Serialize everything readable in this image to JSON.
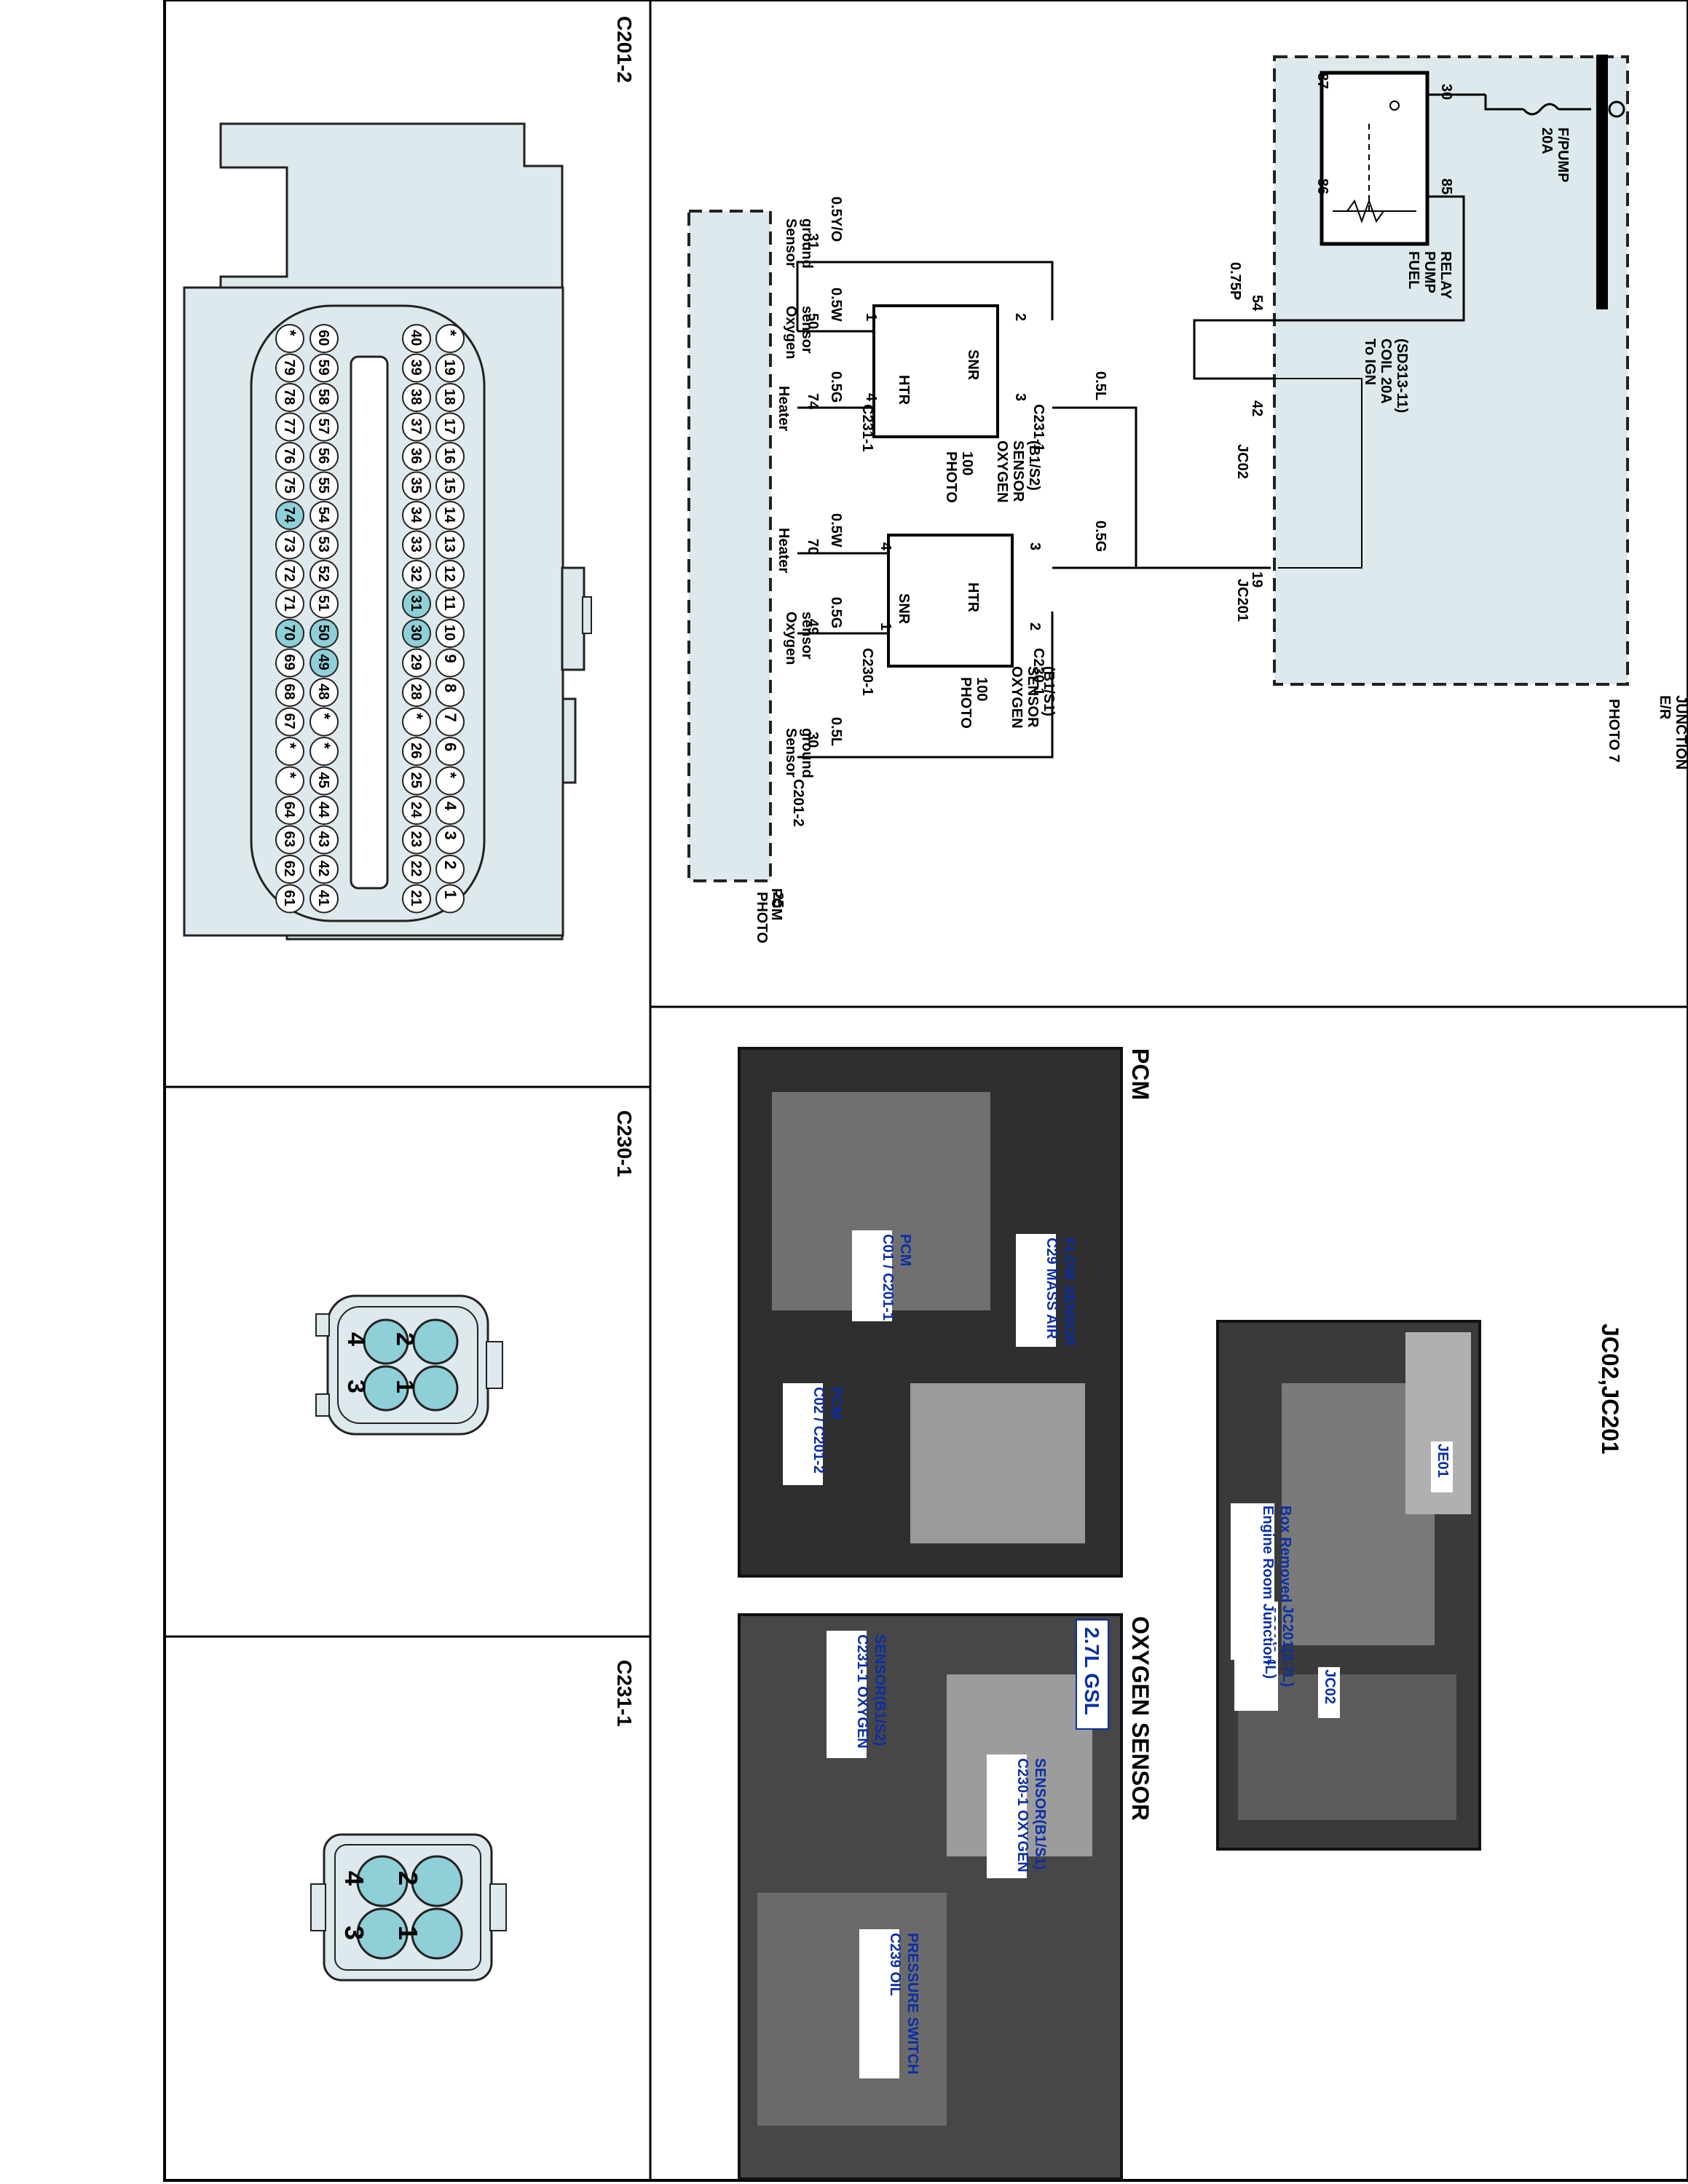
{
  "connectors": {
    "c201_2": {
      "label": "C201-2",
      "row1": [
        "*",
        "19",
        "18",
        "17",
        "16",
        "15",
        "14",
        "13",
        "12",
        "11",
        "10",
        "9",
        "8",
        "7",
        "6",
        "*",
        "4",
        "3",
        "2",
        "1"
      ],
      "row2": [
        "40",
        "39",
        "38",
        "37",
        "36",
        "35",
        "34",
        "33",
        "32",
        "31",
        "30",
        "29",
        "28",
        "*",
        "26",
        "25",
        "24",
        "23",
        "22",
        "21"
      ],
      "row3": [
        "60",
        "59",
        "58",
        "57",
        "56",
        "55",
        "54",
        "53",
        "52",
        "51",
        "50",
        "49",
        "48",
        "*",
        "*",
        "45",
        "44",
        "43",
        "42",
        "41"
      ],
      "row4": [
        "*",
        "79",
        "78",
        "77",
        "76",
        "75",
        "74",
        "73",
        "72",
        "71",
        "70",
        "69",
        "68",
        "67",
        "*",
        "*",
        "64",
        "63",
        "62",
        "61"
      ],
      "highlighted": [
        "30",
        "31",
        "49",
        "50",
        "70",
        "74"
      ]
    },
    "c230_1": {
      "label": "C230-1",
      "pins": [
        "2",
        "1",
        "4",
        "3"
      ]
    },
    "c231_1": {
      "label": "C231-1",
      "pins": [
        "2",
        "1",
        "4",
        "3"
      ]
    }
  },
  "schematic": {
    "er_box": {
      "name": "E/R\nJUNCTION\nBOX",
      "photo": "PHOTO 7"
    },
    "fuse": {
      "name": "F/PUMP",
      "rating": "20A"
    },
    "relay": {
      "name": "FUEL\nPUMP\nRELAY",
      "pins": [
        "30",
        "87",
        "86",
        "85"
      ]
    },
    "ign": "To IGN\nCOIL 20A\n(SD313-11)",
    "wires": {
      "w54": "0.75P",
      "w31": "0.5Y/O",
      "w50": "0.5W",
      "w74": "0.5G",
      "w70": "0.5W",
      "w49": "0.5G",
      "w30": "0.5L",
      "top_l": "0.5L",
      "top_g": "0.5G"
    },
    "jc02": {
      "pin_a": "54",
      "pin_b": "42",
      "name": "JC02"
    },
    "jc201": {
      "pin": "19",
      "name": "JC201"
    },
    "sensor_b1s2": {
      "name": "OXYGEN\nSENSOR\n(B1/S2)",
      "photo": "PHOTO\n100",
      "conn": "C231-1"
    },
    "sensor_b1s1": {
      "name": "OXYGEN\nSENSOR\n(B1/S1)",
      "photo": "PHOTO\n100",
      "conn": "C230-1"
    },
    "snr": "SNR",
    "htr": "HTR",
    "pcm": {
      "name": "PCM",
      "photo": "PHOTO\n25",
      "conn": "C201-2"
    },
    "pcm_pins": [
      {
        "pin": "31",
        "label": "Sensor\nground"
      },
      {
        "pin": "50",
        "label": "Oxygen\nsensor"
      },
      {
        "pin": "74",
        "label": "Heater"
      },
      {
        "pin": "70",
        "label": "Heater"
      },
      {
        "pin": "49",
        "label": "Oxygen\nsensor"
      },
      {
        "pin": "30",
        "label": "Sensor\nground"
      }
    ],
    "pin_nums": {
      "p1": "1",
      "p2": "2",
      "p3": "3",
      "p4": "4"
    }
  },
  "photos": {
    "jc": {
      "title": "JC02,JC201",
      "callouts": [
        "JE01",
        "JC02",
        "JC01(2.4L)\nJC201(2.7L)",
        "Engine Room Junction\nBox Removed"
      ]
    },
    "pcm": {
      "title": "PCM",
      "callouts": [
        "C29 MASS AIR\nFLOW SENSOR",
        "C01 / C201-1\nPCM",
        "C02 / C201-2\nPCM"
      ]
    },
    "o2": {
      "title": "OXYGEN SENSOR",
      "gsl": "2.7L GSL",
      "callouts": [
        "C230-1 OXYGEN\nSENSOR(B1/S1)",
        "C231-1 OXYGEN\nSENSOR(B1/S2)",
        "C239 OIL\nPRESSURE SWITCH"
      ]
    }
  },
  "colors": {
    "pin_fill": "#c6e6ec",
    "connector_fill": "#dde9ec",
    "highlight": "#8ecfd8",
    "callout_text": "#0a2ea6"
  }
}
